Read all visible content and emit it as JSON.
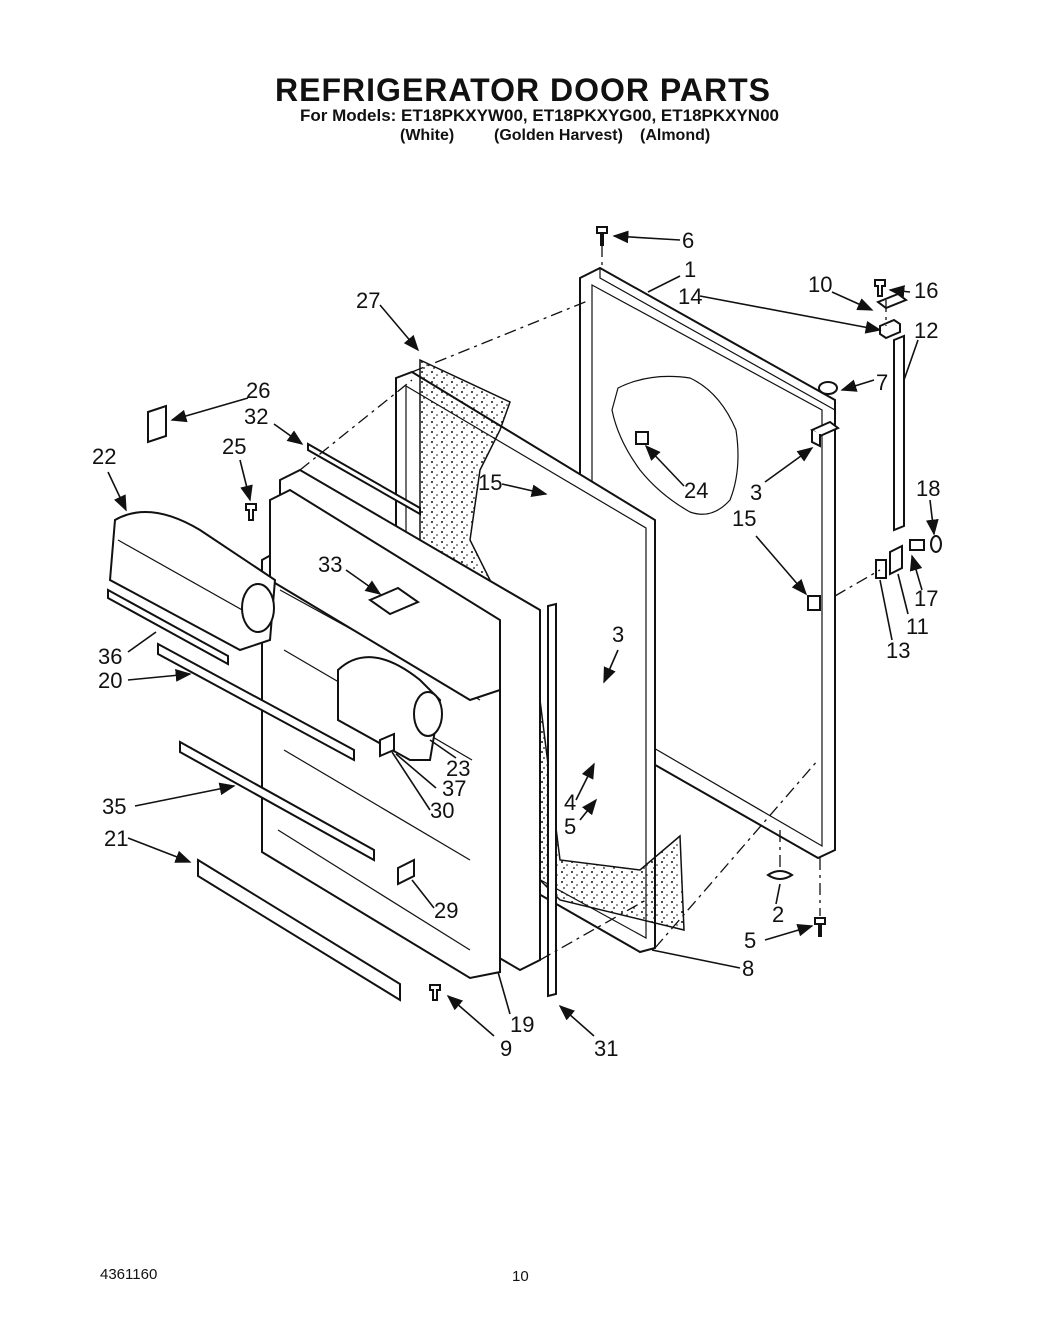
{
  "header": {
    "title": "REFRIGERATOR DOOR PARTS",
    "models_line": "For Models: ET18PKXYW00, ET18PKXYG00, ET18PKXYN00",
    "variants": [
      "(White)",
      "(Golden Harvest)",
      "(Almond)"
    ]
  },
  "footer": {
    "doc_number": "4361160",
    "page_number": "10"
  },
  "callouts": [
    "1",
    "2",
    "3",
    "3",
    "4",
    "5",
    "5",
    "6",
    "7",
    "8",
    "9",
    "10",
    "11",
    "12",
    "13",
    "14",
    "15",
    "15",
    "16",
    "17",
    "18",
    "19",
    "20",
    "21",
    "22",
    "23",
    "24",
    "25",
    "26",
    "27",
    "29",
    "30",
    "31",
    "32",
    "33",
    "35",
    "36",
    "37"
  ]
}
